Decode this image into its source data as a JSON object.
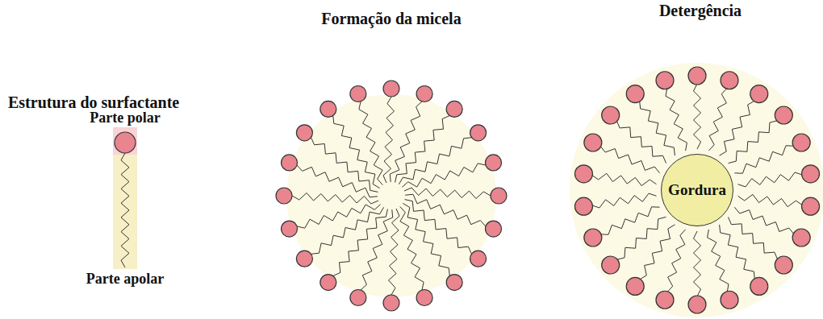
{
  "diagram": {
    "nodes": [
      {
        "text": [
          "Gordura"
        ]
      }
    ],
    "labels": [
      "Estrutura do surfactante",
      "Parte polar",
      "Parte apolar",
      "Formação da micela",
      "Detergência"
    ]
  }
}
